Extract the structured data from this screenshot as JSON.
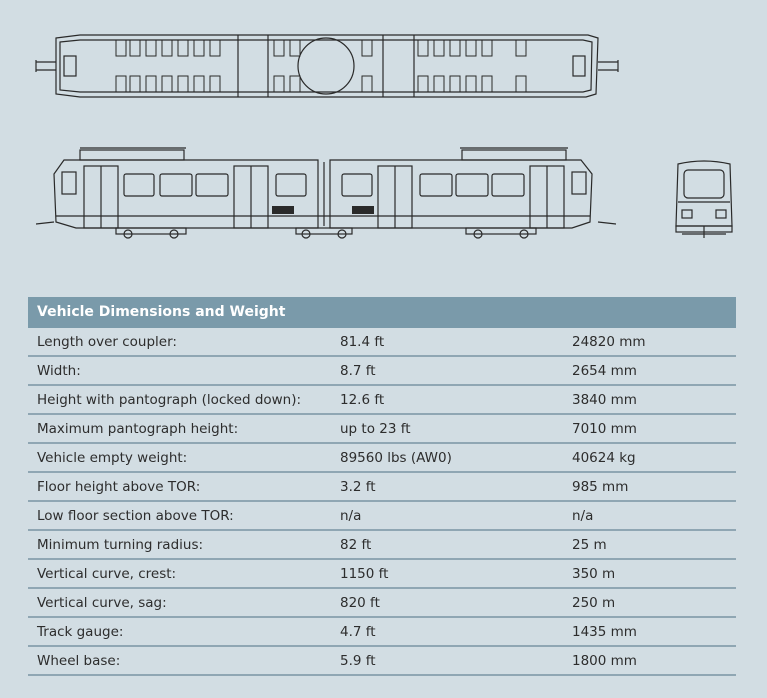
{
  "table": {
    "header": "Vehicle Dimensions and Weight",
    "rows": [
      {
        "label": "Length over coupler:",
        "imperial": "81.4 ft",
        "metric": "24820 mm"
      },
      {
        "label": "Width:",
        "imperial": "8.7 ft",
        "metric": "2654 mm"
      },
      {
        "label": "Height with pantograph (locked down):",
        "imperial": "12.6 ft",
        "metric": "3840 mm"
      },
      {
        "label": "Maximum pantograph height:",
        "imperial": "up to 23 ft",
        "metric": "7010 mm"
      },
      {
        "label": "Vehicle empty weight:",
        "imperial": "89560 lbs (AW0)",
        "metric": "40624 kg"
      },
      {
        "label": "Floor height above TOR:",
        "imperial": "3.2 ft",
        "metric": "985 mm"
      },
      {
        "label": "Low floor section above TOR:",
        "imperial": "n/a",
        "metric": "n/a"
      },
      {
        "label": "Minimum turning radius:",
        "imperial": "82 ft",
        "metric": "25 m"
      },
      {
        "label": "Vertical curve, crest:",
        "imperial": "1150 ft",
        "metric": "350 m"
      },
      {
        "label": "Vertical curve, sag:",
        "imperial": "820 ft",
        "metric": "250 m"
      },
      {
        "label": "Track gauge:",
        "imperial": "4.7 ft",
        "metric": "1435 mm"
      },
      {
        "label": "Wheel base:",
        "imperial": "5.9 ft",
        "metric": "1800 mm"
      }
    ]
  },
  "colors": {
    "background": "#d2dde3",
    "header_bg": "#7a9aaa",
    "row_divider": "#8fa6b3",
    "line_drawing": "#2a2a2a"
  }
}
